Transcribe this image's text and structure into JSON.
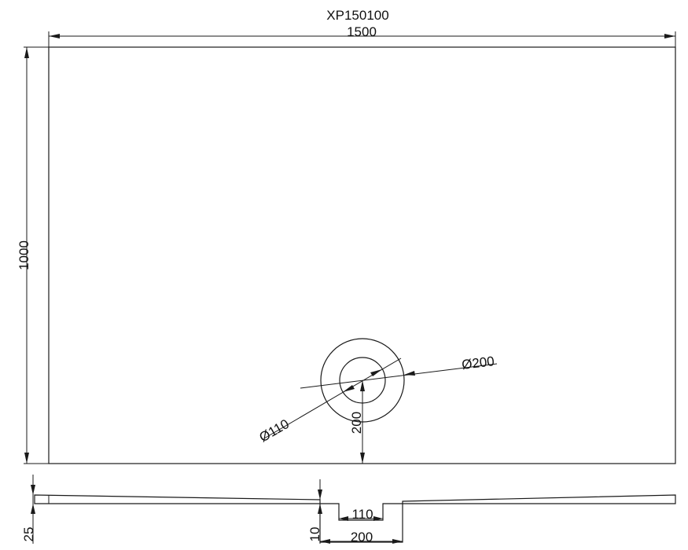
{
  "drawing": {
    "model_code": "XP150100",
    "dimensions": {
      "overall_length": "1500",
      "overall_width": "1000",
      "waste_offset": "200",
      "waste_outer_diameter": "Ø200",
      "waste_inner_diameter": "Ø110",
      "tray_thickness": "25",
      "recess_depth": "10",
      "recess_inner_width": "110",
      "recess_outer_width": "200"
    }
  }
}
